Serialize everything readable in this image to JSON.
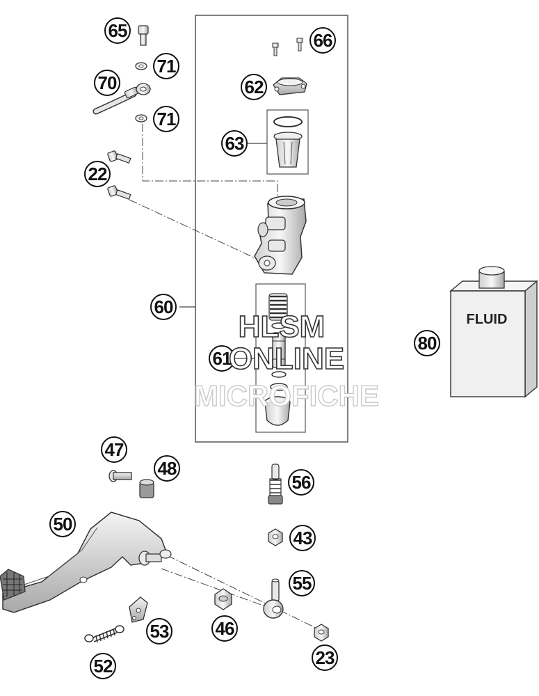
{
  "callouts": [
    {
      "id": "c65",
      "label": "65"
    },
    {
      "id": "c66",
      "label": "66"
    },
    {
      "id": "c71a",
      "label": "71"
    },
    {
      "id": "c70",
      "label": "70"
    },
    {
      "id": "c62",
      "label": "62"
    },
    {
      "id": "c71b",
      "label": "71"
    },
    {
      "id": "c63",
      "label": "63"
    },
    {
      "id": "c22",
      "label": "22"
    },
    {
      "id": "c60",
      "label": "60"
    },
    {
      "id": "c80",
      "label": "80"
    },
    {
      "id": "c61",
      "label": "61"
    },
    {
      "id": "c47",
      "label": "47"
    },
    {
      "id": "c48",
      "label": "48"
    },
    {
      "id": "c56",
      "label": "56"
    },
    {
      "id": "c50",
      "label": "50"
    },
    {
      "id": "c43",
      "label": "43"
    },
    {
      "id": "c55",
      "label": "55"
    },
    {
      "id": "c53",
      "label": "53"
    },
    {
      "id": "c46",
      "label": "46"
    },
    {
      "id": "c52",
      "label": "52"
    },
    {
      "id": "c23",
      "label": "23"
    }
  ],
  "fluid_label": "FLUID",
  "watermark": {
    "line1": "HLSM",
    "line2": "ONLINE",
    "line3": "MICROFICHE"
  }
}
